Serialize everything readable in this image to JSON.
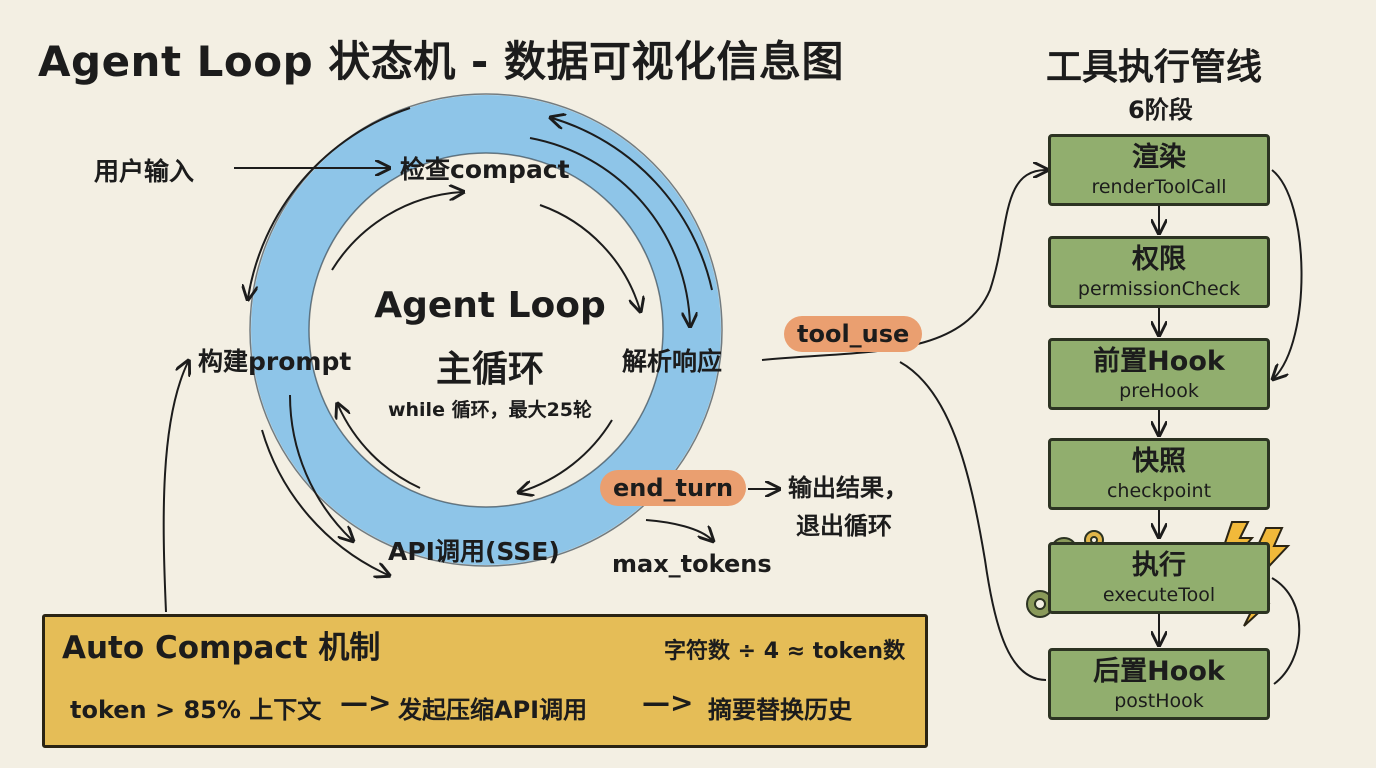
{
  "title": "Agent Loop 状态机 - 数据可视化信息图",
  "loop": {
    "center_title": "Agent Loop",
    "center_subtitle": "主循环",
    "center_note": "while 循环，最大25轮",
    "nodes": {
      "check_compact": "检查compact",
      "parse_response": "解析响应",
      "api_call": "API调用(SSE)",
      "build_prompt": "构建prompt"
    },
    "user_input": "用户输入",
    "branches": {
      "tool_use": "tool_use",
      "end_turn": "end_turn",
      "end_turn_result_line1": "输出结果，",
      "end_turn_result_line2": "退出循环",
      "max_tokens": "max_tokens"
    }
  },
  "pipeline": {
    "title": "工具执行管线",
    "subtitle": "6阶段",
    "stages": [
      {
        "cn": "渲染",
        "en": "renderToolCall"
      },
      {
        "cn": "权限",
        "en": "permissionCheck"
      },
      {
        "cn": "前置Hook",
        "en": "preHook"
      },
      {
        "cn": "快照",
        "en": "checkpoint"
      },
      {
        "cn": "执行",
        "en": "executeTool"
      },
      {
        "cn": "后置Hook",
        "en": "postHook"
      }
    ]
  },
  "auto_compact": {
    "title": "Auto Compact 机制",
    "formula": "字符数 ÷ 4 ≈ token数",
    "step1": "token > 85% 上下文",
    "step2": "发起压缩API调用",
    "step3": "摘要替换历史",
    "arrow": "—>"
  },
  "colors": {
    "background": "#f3efe3",
    "ring": "#8ec5e8",
    "pill": "#ea9f70",
    "stage": "#91ae6e",
    "auto_compact_box": "#e5bd57"
  },
  "icons": [
    "gear-icon",
    "lightning-icon"
  ]
}
